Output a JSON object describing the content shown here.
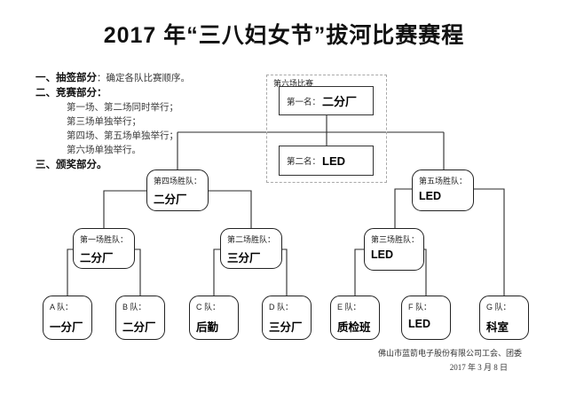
{
  "title": "2017 年“三八妇女节”拔河比赛赛程",
  "notes": {
    "item1_label": "一、抽签部分",
    "item1_rest": "：确定各队比赛顺序。",
    "item2_label": "二、竞赛部分：",
    "item2_lines": [
      "第一场、第二场同时举行；",
      "第三场单独举行；",
      "第四场、第五场单独举行；",
      "第六场单独举行。"
    ],
    "item3_label": "三、颁奖部分。"
  },
  "bracket": {
    "final": {
      "label": "第六场比赛",
      "first": {
        "label": "第一名：",
        "name": "二分厂"
      },
      "second": {
        "label": "第二名：",
        "name": "LED"
      }
    },
    "semifinals": [
      {
        "label": "第四场胜队：",
        "name": "二分厂"
      },
      {
        "label": "第五场胜队：",
        "name": "LED"
      }
    ],
    "round1": [
      {
        "label": "第一场胜队：",
        "name": "二分厂"
      },
      {
        "label": "第二场胜队：",
        "name": "三分厂"
      },
      {
        "label": "第三场胜队：",
        "name": "LED"
      }
    ],
    "teams": [
      {
        "label": "A 队：",
        "name": "一分厂"
      },
      {
        "label": "B 队：",
        "name": "二分厂"
      },
      {
        "label": "C 队：",
        "name": "后勤"
      },
      {
        "label": "D 队：",
        "name": "三分厂"
      },
      {
        "label": "E 队：",
        "name": "质检班"
      },
      {
        "label": "F 队：",
        "name": "LED"
      },
      {
        "label": "G 队：",
        "name": "科室"
      }
    ]
  },
  "footer": {
    "org": "佛山市蓝箭电子股份有限公司工会、团委",
    "date": "2017 年 3 月 8 日"
  }
}
